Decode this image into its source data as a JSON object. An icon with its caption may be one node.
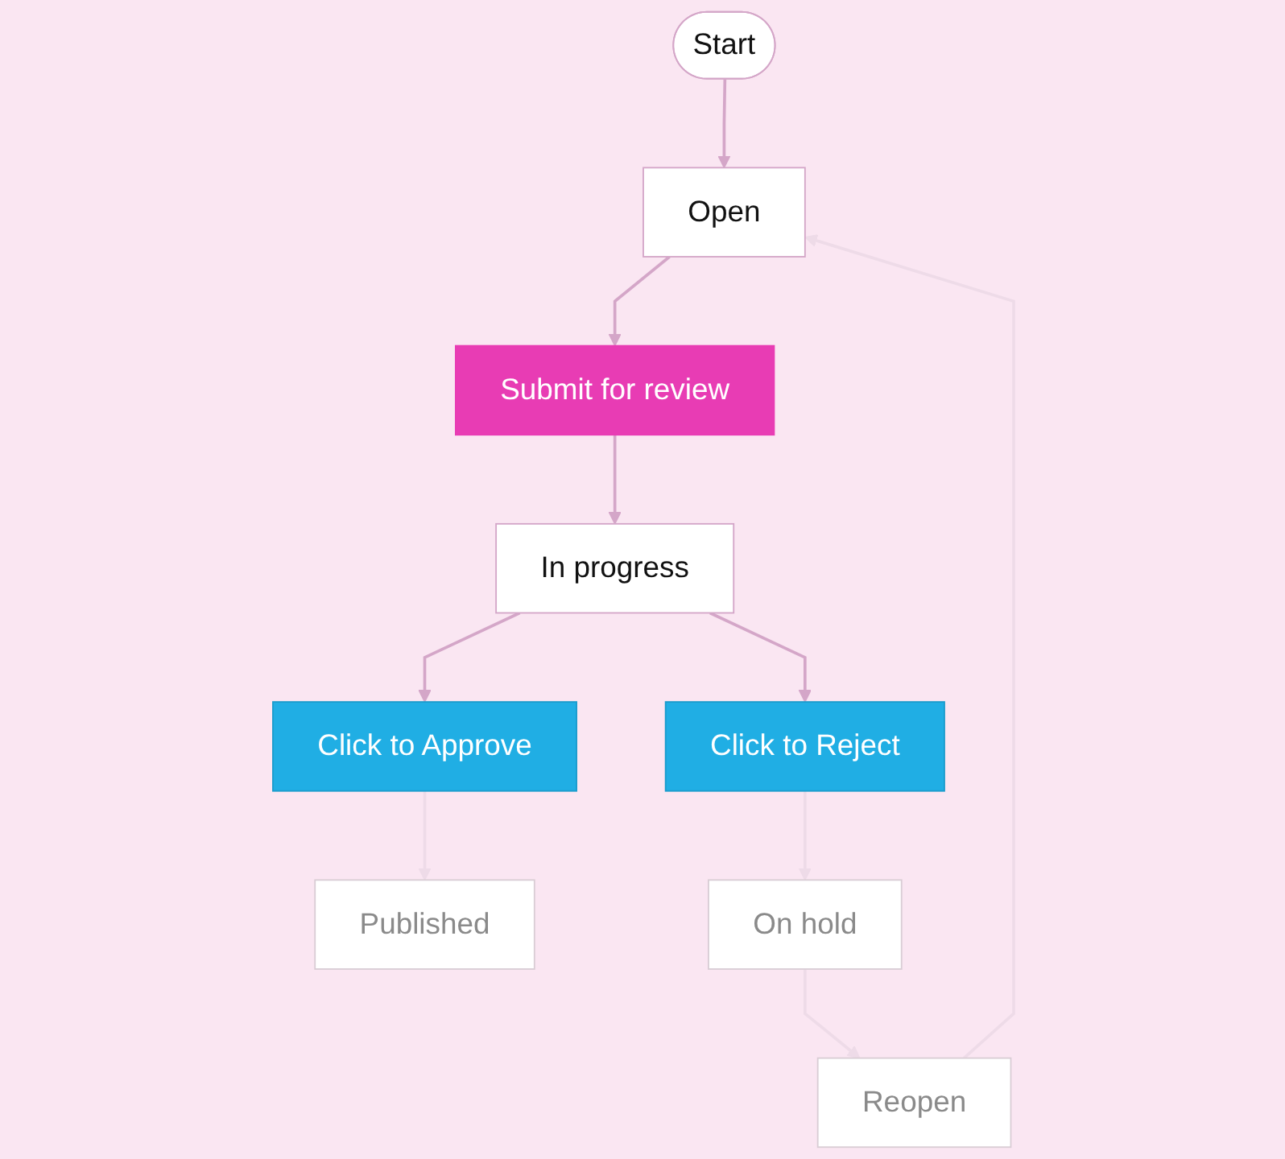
{
  "diagram": {
    "nodes": [
      {
        "text": [
          "Start"
        ]
      },
      {
        "text": [
          "Open"
        ]
      },
      {
        "text": [
          "Reopen"
        ]
      },
      {
        "text": [
          "Submit for review"
        ]
      },
      {
        "text": [
          "In progress"
        ]
      },
      {
        "text": [
          "Click to Approve"
        ]
      },
      {
        "text": [
          "Click to Reject"
        ]
      },
      {
        "text": [
          "Published"
        ]
      },
      {
        "text": [
          "On hold"
        ]
      }
    ],
    "edges": [
      {
        "from": 0,
        "to": 1,
        "arrow": "to"
      },
      {
        "from": 2,
        "to": 1,
        "arrow": "to",
        "color": "#eedbe8"
      },
      {
        "from": 1,
        "to": 3,
        "arrow": "to"
      },
      {
        "from": 3,
        "to": 4,
        "arrow": "to"
      },
      {
        "from": 4,
        "to": 5,
        "arrow": "to"
      },
      {
        "from": 4,
        "to": 6,
        "arrow": "to"
      },
      {
        "from": 5,
        "to": 7,
        "arrow": "to",
        "color": "#eedbe8"
      },
      {
        "from": 6,
        "to": 8,
        "arrow": "to",
        "color": "#eedbe8"
      },
      {
        "from": 8,
        "to": 2,
        "arrow": "to",
        "color": "#eedbe8"
      }
    ]
  }
}
